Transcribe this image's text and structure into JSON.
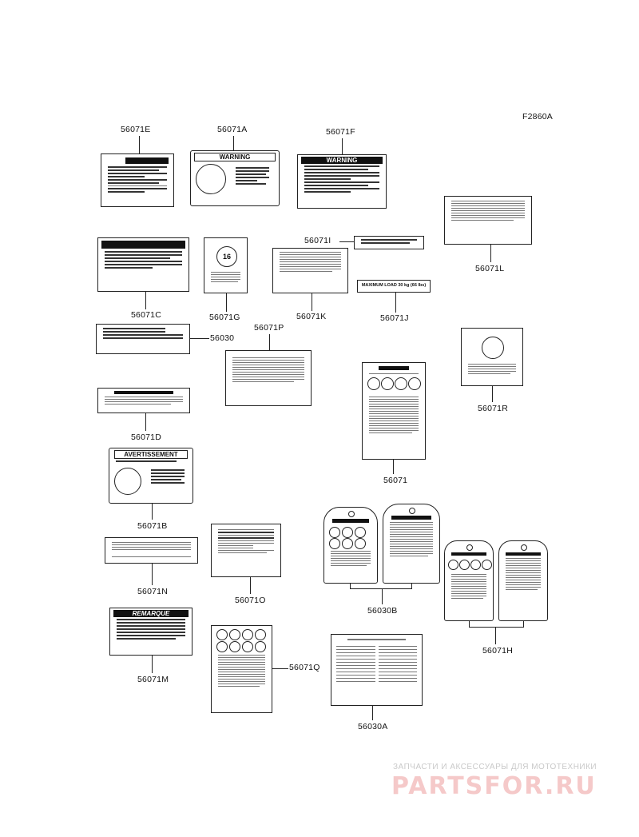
{
  "figure_id": "F2860A",
  "parts": {
    "p56071E": "56071E",
    "p56071A": "56071A",
    "p56071F": "56071F",
    "p56071L": "56071L",
    "p56071I": "56071I",
    "p56071C": "56071C",
    "p56071G": "56071G",
    "p56071K": "56071K",
    "p56071J": "56071J",
    "p56030": "56030",
    "p56071P": "56071P",
    "p56071R": "56071R",
    "p56071D": "56071D",
    "p56071": "56071",
    "p56071B": "56071B",
    "p56071N": "56071N",
    "p56071O": "56071O",
    "p56030B": "56030B",
    "p56071H": "56071H",
    "p56071M": "56071M",
    "p56071Q": "56071Q",
    "p56030A": "56030A"
  },
  "label_text": {
    "warning": "WARNING",
    "avertissement": "AVERTISSEMENT",
    "remarque": "REMARQUE",
    "maximum_load": "MAXIMUM LOAD 30 kg (66 lbs)",
    "speed": "16"
  },
  "watermark": {
    "line1": "ЗАПЧАСТИ И АКСЕССУАРЫ ДЛЯ МОТОТЕХНИКИ",
    "line2": "PARTSFOR.RU"
  }
}
